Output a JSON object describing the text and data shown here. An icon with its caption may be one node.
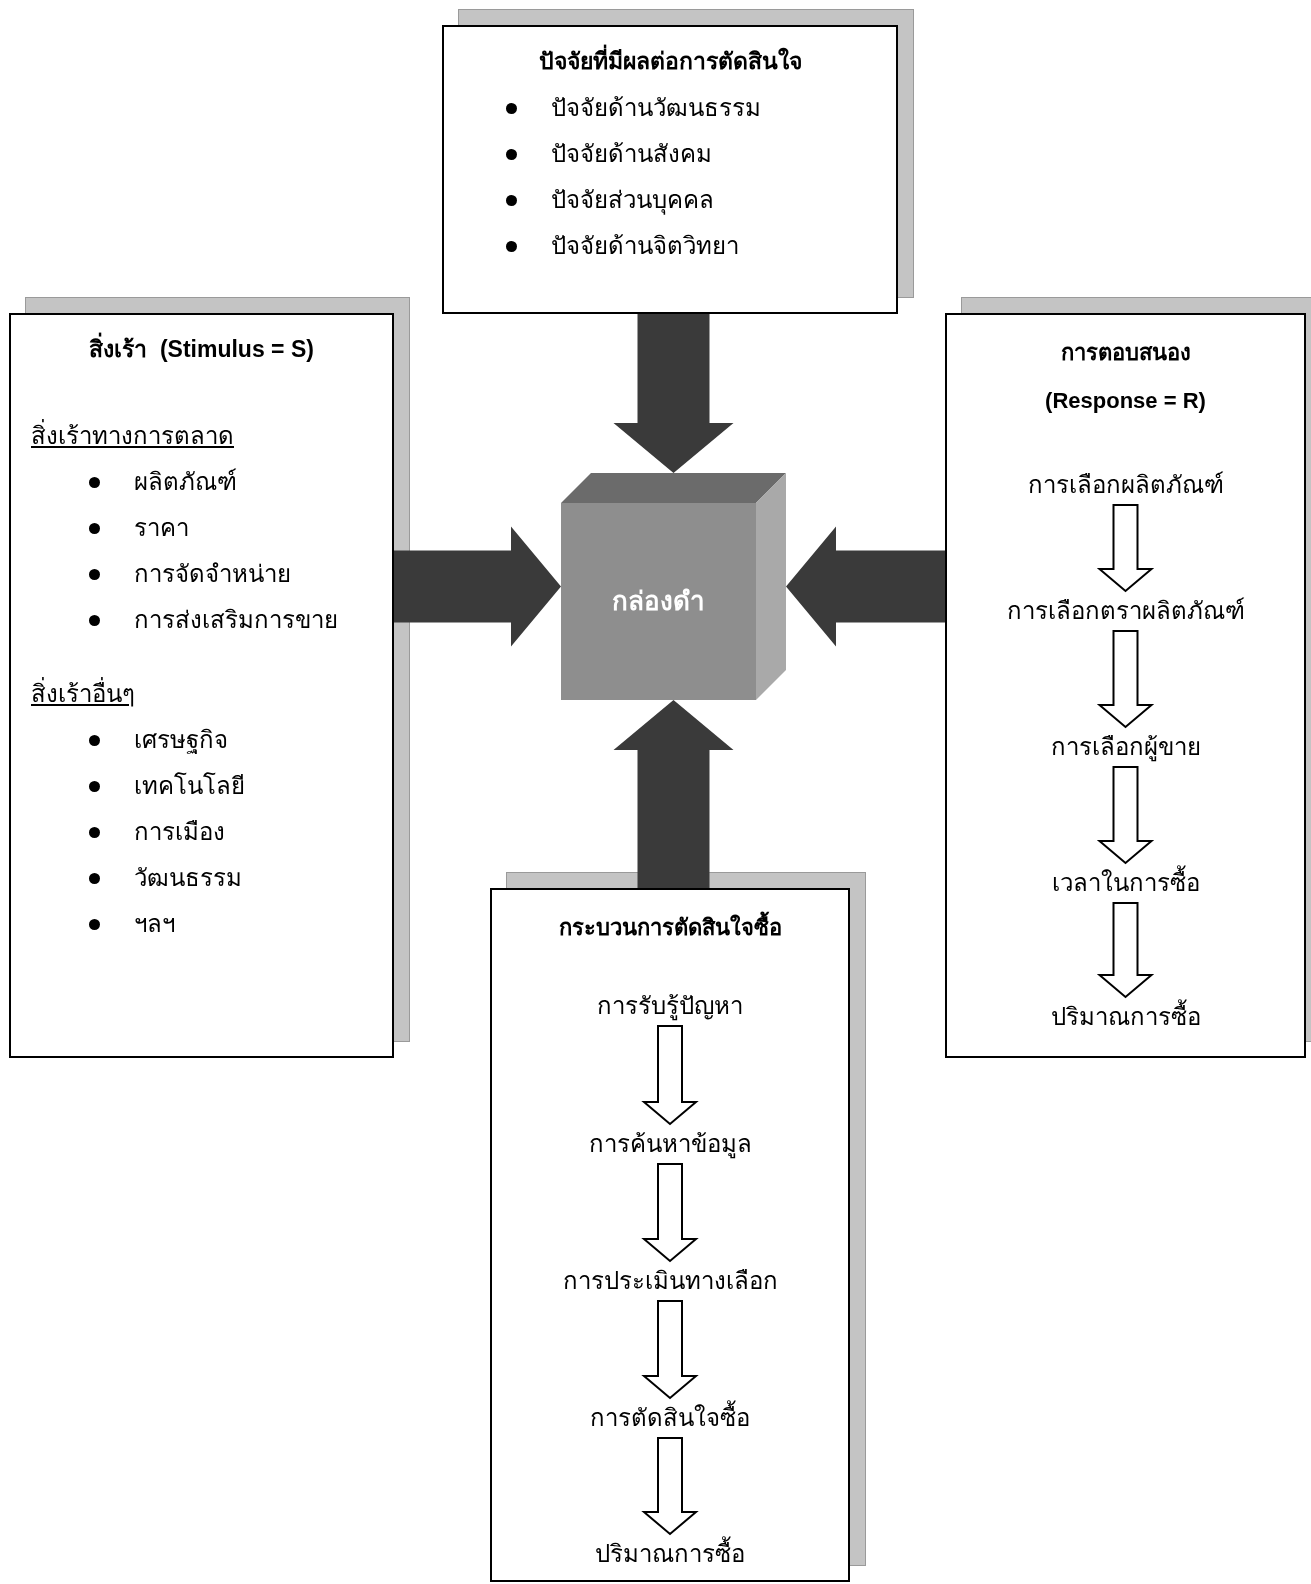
{
  "diagram": {
    "nodes": [
      {
        "text": [
          "ปัจจัยที่มีผลต่อการตัดสินใจ",
          "ปัจจัยด้านวัฒนธรรม",
          "ปัจจัยด้านสังคม",
          "ปัจจัยส่วนบุคคล",
          "ปัจจัยด้านจิตวิทยา"
        ]
      },
      {
        "text": [
          "สิ่งเร้า  (Stimulus = S)",
          "สิ่งเร้าทางการตลาด",
          "ผลิตภัณฑ์",
          "ราคา",
          "การจัดจำหน่าย",
          "การส่งเสริมการขาย",
          "สิ่งเร้าอื่นๆ",
          "เศรษฐกิจ",
          "เทคโนโลยี",
          "การเมือง",
          "วัฒนธรรม",
          "ฯลฯ"
        ]
      },
      {
        "text": [
          "กล่องดำ"
        ]
      },
      {
        "text": [
          "การตอบสนอง (Response = R)"
        ]
      },
      {
        "text": [
          "การเลือกผลิตภัณฑ์"
        ],
        "in": 3
      },
      {
        "text": [
          "การเลือกตราผลิตภัณฑ์"
        ],
        "in": 3
      },
      {
        "text": [
          "การเลือกผู้ขาย"
        ],
        "in": 3
      },
      {
        "text": [
          "เวลาในการซื้อ"
        ],
        "in": 3
      },
      {
        "text": [
          "ปริมาณการซื้อ"
        ],
        "in": 3
      },
      {
        "text": [
          "กระบวนการตัดสินใจซื้อ"
        ]
      },
      {
        "text": [
          "การรับรู้ปัญหา"
        ],
        "in": 9
      },
      {
        "text": [
          "การค้นหาข้อมูล"
        ],
        "in": 9
      },
      {
        "text": [
          "การประเมินทางเลือก"
        ],
        "in": 9
      },
      {
        "text": [
          "การตัดสินใจซื้อ"
        ],
        "in": 9
      },
      {
        "text": [
          "ปริมาณการซื้อ"
        ],
        "in": 9
      }
    ],
    "edges": [
      {
        "from": 0,
        "to": 2,
        "arrow": "to",
        "style": "thick",
        "color": "#3a3a3a"
      },
      {
        "from": 1,
        "to": 2,
        "arrow": "to",
        "style": "thick",
        "color": "#3a3a3a"
      },
      {
        "from": 3,
        "to": 2,
        "arrow": "to",
        "style": "thick",
        "color": "#3a3a3a"
      },
      {
        "from": 9,
        "to": 2,
        "arrow": "to",
        "style": "thick",
        "color": "#3a3a3a"
      },
      {
        "from": 4,
        "to": 5,
        "arrow": "to"
      },
      {
        "from": 5,
        "to": 6,
        "arrow": "to"
      },
      {
        "from": 6,
        "to": 7,
        "arrow": "to"
      },
      {
        "from": 7,
        "to": 8,
        "arrow": "to"
      },
      {
        "from": 10,
        "to": 11,
        "arrow": "to"
      },
      {
        "from": 11,
        "to": 12,
        "arrow": "to"
      },
      {
        "from": 12,
        "to": 13,
        "arrow": "to"
      },
      {
        "from": 13,
        "to": 14,
        "arrow": "to"
      }
    ]
  }
}
